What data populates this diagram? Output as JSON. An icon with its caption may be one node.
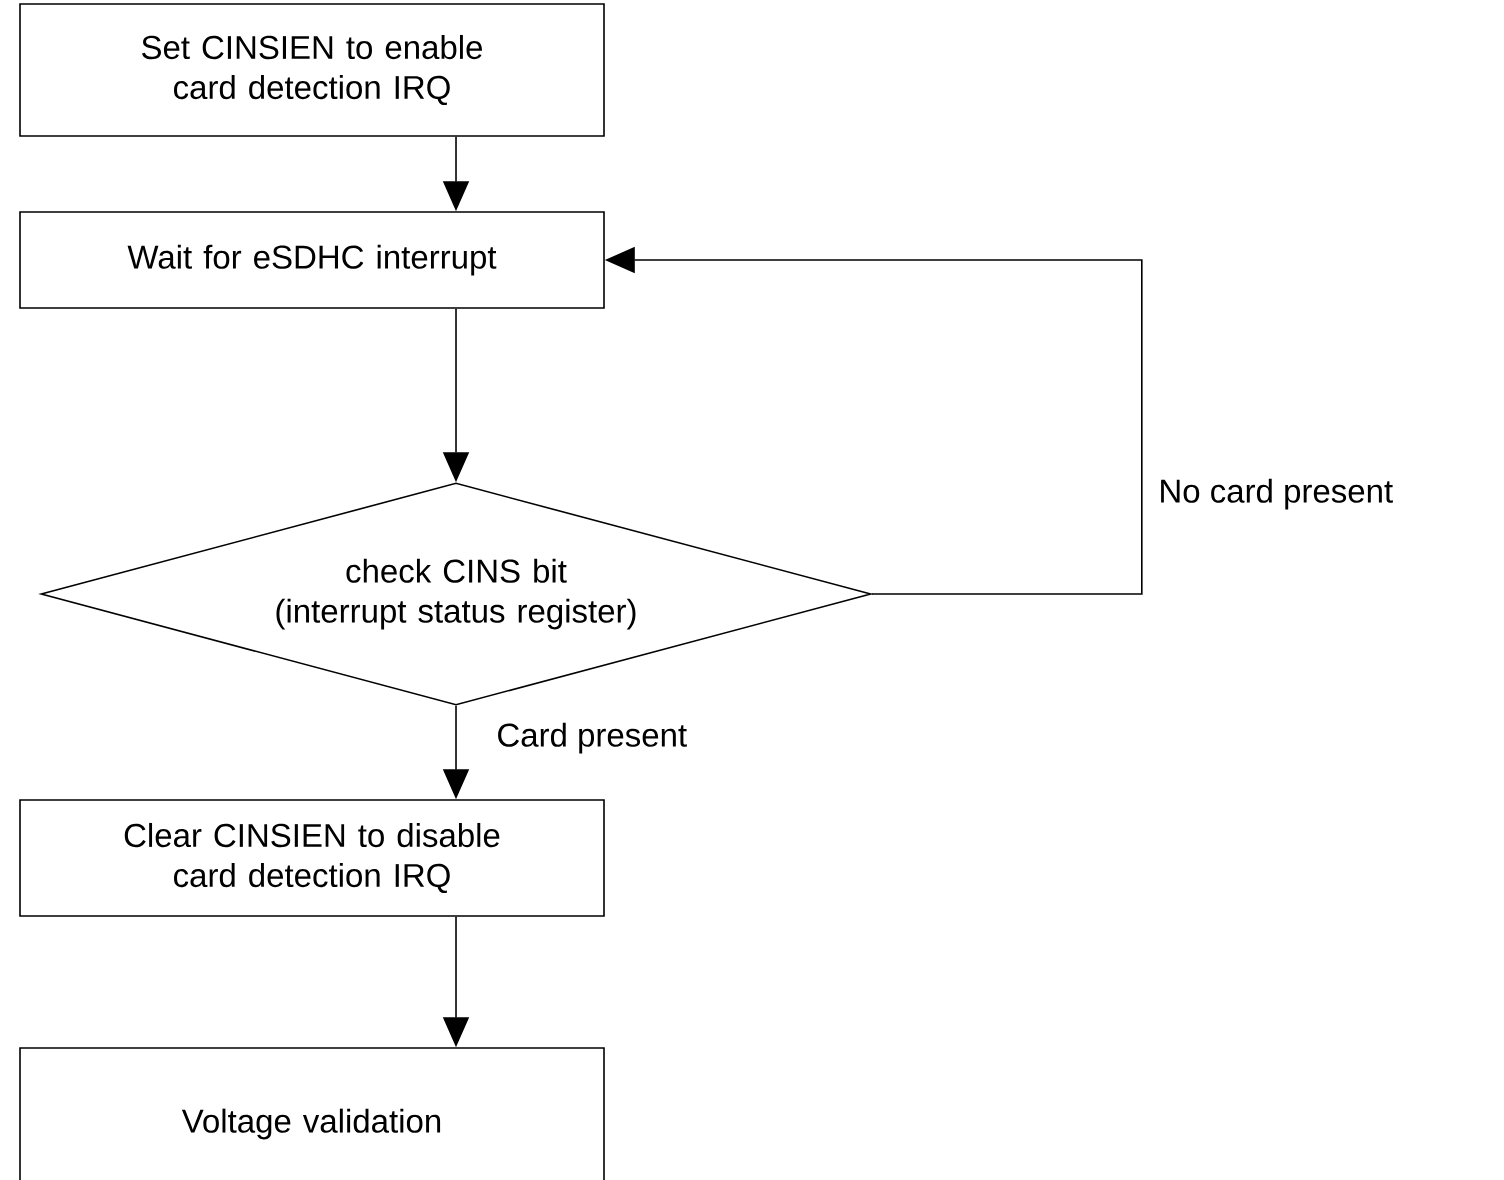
{
  "diagram": {
    "nodes": [
      {
        "text": [
          "Set CINSIEN to enable card detection IRQ"
        ]
      },
      {
        "text": [
          "Wait for eSDHC interrupt"
        ]
      },
      {
        "text": [
          "check CINS bit (interrupt status register)"
        ]
      },
      {
        "text": [
          "Clear CINSIEN to disable card detection IRQ"
        ]
      },
      {
        "text": [
          "Voltage validation"
        ]
      }
    ],
    "edges": [
      {
        "from": 0,
        "to": 1,
        "arrow": "to"
      },
      {
        "from": 1,
        "to": 2,
        "arrow": "to"
      },
      {
        "from": 2,
        "to": 3,
        "arrow": "to",
        "label": "Card present"
      },
      {
        "from": 2,
        "to": 1,
        "arrow": "to",
        "label": "No card present"
      },
      {
        "from": 3,
        "to": 4,
        "arrow": "to"
      }
    ]
  }
}
